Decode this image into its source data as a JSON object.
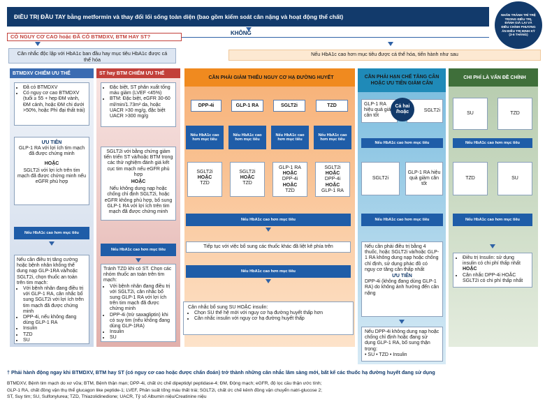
{
  "top": {
    "title": "ĐIỀU TRỊ ĐẦU TAY bằng metformin và thay đổi lối sống toàn diện (bao gồm kiểm soát cân nặng và hoạt động thể chất)",
    "circle_note": "NHẤN TRÁNH TRÌ TRỆ TRONG ĐIỀU TRỊ, ĐÁNH GIÁ LẠI VÀ ĐIỀU CHỈNH PHƯƠNG ÁN ĐIỀU TRỊ ĐỊNH KỲ (3-6 THÁNG)"
  },
  "question": "CÓ NGUY CƠ CAO hoặc ĐÃ CÓ BTMDXV, BTM HAY ST?",
  "no_label": "KHÔNG",
  "yes_box": "Cân nhắc độc lập với HbA1c ban đầu hay mục tiêu HbA1c được cá thể hóa",
  "no_box": "Nếu HbA1c cao hơn mục tiêu được cá thể hóa, tiến hành như sau",
  "columns": {
    "c1": {
      "head": "BTMDXV CHIẾM ƯU THẾ",
      "items": [
        "Đã có BTMDXV",
        "Có nguy cơ cao BTMDXV (tuổi ≥ 55 + hẹp ĐM vành, ĐM cảnh, hoặc ĐM chi dưới >50%, hoặc Phì đại thất trái)"
      ],
      "priority_title": "ƯU TIÊN",
      "priority_a": "GLP-1 RA với lợi ích tim mạch đã được chứng minh",
      "or1": "HOẶC",
      "priority_b": "SGLT2i với lợi ích trên tim mạch đã được chứng minh nếu eGFR phù hợp",
      "above": "Nếu HbA1c cao hơn mục tiêu",
      "bottom_intro": "Nếu cần điều trị tăng cường hoặc bệnh nhân không thể dung nạp GLP-1RA và/hoặc SGLT2i, chọn thuốc an toàn trên tim mạch:",
      "bottom_items": [
        "Với bệnh nhân đang điều trị với GLP-1 RA, cân nhắc bổ sung SGLT2i với lợi ích trên tim mạch đã được chứng minh",
        "DPP-4i, nếu không đang dùng GLP-1 RA",
        "Insulin",
        "TZD",
        "SU"
      ]
    },
    "c2": {
      "head": "ST hay BTM CHIẾM ƯU THẾ",
      "items": [
        "Đặc biệt, ST phân xuất tống máu giảm (LVEF <45%)",
        "BTM: Đặc biệt, eGFR 30-60 ml/min/1.73m² da, hoặc UACR >30 mg/g, đặc biệt UACR >300 mg/g"
      ],
      "priority_a": "SGLT2i với bằng chứng giảm tiến triển ST và/hoặc BTM trong các thử nghiệm đánh giá kết cục tim mạch nếu eGFR phù hợp",
      "or1": "HOẶC",
      "priority_b": "Nếu không dung nạp hoặc chống chỉ định SGLT2i, hoặc eGFR không phù hợp, bổ sung GLP-1 RA với lợi ích trên tim mạch đã được chứng minh",
      "above": "Nếu HbA1c cao hơn mục tiêu",
      "bottom_intro": "Tránh TZD khi có ST. Chọn các nhóm thuốc an toàn trên tim mạch:",
      "bottom_items": [
        "Với bệnh nhân đang điều trị với SGLT2i, cân nhắc bổ sung GLP-1 RA với lợi ích trên tim mạch đã được chứng minh",
        "DPP-4i (trừ saxagliptin) khi có suy tim (nếu không đang dùng GLP-1RA)",
        "Insulin",
        "SU"
      ]
    },
    "c3": {
      "head": "CẦN PHẢI GIẢM THIỂU NGUY CƠ HẠ ĐƯỜNG HUYẾT",
      "drugs": [
        "DPP-4i",
        "GLP-1 RA",
        "SGLT2i",
        "TZD"
      ],
      "above": "Nếu HbA1c cao hơn mục tiêu",
      "second": [
        [
          "SGLT2i",
          "HOẶC",
          "TZD"
        ],
        [
          "SGLT2i",
          "HOẶC",
          "TZD"
        ],
        [
          "GLP-1 RA",
          "HOẶC",
          "DPP-4i",
          "HOẶC",
          "TZD"
        ],
        [
          "SGLT2i",
          "HOẶC",
          "DPP-4i",
          "HOẶC",
          "GLP-1 RA"
        ]
      ],
      "continue": "Tiếp tục với việc bổ sung các thuốc khác đã liệt kê phía trên",
      "bottom_intro": "Cân nhắc bổ sung SU HOẶC insulin:",
      "bottom_items": [
        "Chọn SU thế hệ mới với nguy cơ hạ đường huyết thấp hơn",
        "Cân nhắc insulin với nguy cơ hạ đường huyết thấp"
      ]
    },
    "c4": {
      "head": "CẦN PHẢI HẠN CHẾ TĂNG CÂN HOẶC ƯU TIÊN GIẢM CÂN",
      "drug_a": "GLP-1 RA hiệu quả giảm cân tốt",
      "drug_b": "SGLT2i",
      "or_circle": "Cả hai /hoặc",
      "second_a": "SGLT2i",
      "second_b": "GLP-1 RA hiệu quả giảm cân tốt",
      "text1": "Nếu cần phải điều trị bằng 4 thuốc, hoặc SGLT2i và/hoặc GLP-1 RA không dung nạp hoặc chống chỉ định, sử dụng phác đồ có nguy cơ tăng cân thấp nhất",
      "priority_title": "ƯU TIÊN",
      "priority_text": "DPP-4i (không đang dùng GLP-1 RA) do không ảnh hưởng đến cân nặng",
      "text2": "Nếu DPP-4i không dung nạp hoặc chống chỉ định hoặc đang sử dụng GLP-1 RA, bổ sung thận trọng:",
      "text2_list": "• SU • TZD • Insulin"
    },
    "c5": {
      "head": "CHI PHÍ LÀ VẤN ĐỀ CHÍNH",
      "drug_a": "SU",
      "drug_b": "TZD",
      "second_a": "TZD",
      "second_b": "SU",
      "bottom_items": [
        "Điều trị Insulin: sử dụng insulin có chi phí thấp nhất",
        "HOẶC",
        "Cân nhắc DPP-4i HOẶC SGLT2i có chi phí thấp nhất"
      ]
    }
  },
  "footnote": "† Phải hành động ngay khi BTMDXV, BTM hay ST (có nguy cơ cao hoặc được chẩn đoán) trở thành những cân nhắc lâm sàng mới, bất kể các thuốc hạ đường huyết đang sử dụng",
  "abbr": [
    "BTMDXV, Bệnh tim mạch do xơ vữa; BTM, Bệnh thận mạn; DPP-4i, chất ức chế dipeptidyl peptidase-4; ĐM, Động mạch; eGFR, độ lọc cầu thận ước tính;",
    "GLP-1 RA, chất đồng vận thụ thể glucagon like peptide-1; LVEF, Phân suất tống máu thất trái; SGLT2i, chất ức chế kênh đồng vận chuyển natri-glucose 2;",
    "ST, Suy tim; SU, Sulfonylurea; TZD, Thiazolidinedione; UACR, Tỷ số Albumin niệu/Creatinine niệu"
  ],
  "colors": {
    "navy": "#123a6b",
    "c1": "#3b6cb2",
    "c2": "#c2403a",
    "c3": "#f08a1f",
    "c4": "#1f8ab8",
    "c5": "#3f6f3a"
  }
}
